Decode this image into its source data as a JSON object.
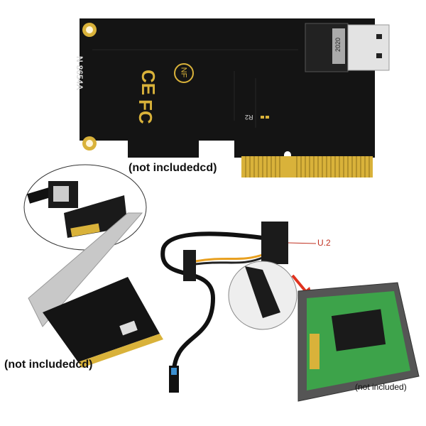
{
  "pcb": {
    "model": "N-8654A",
    "resistor": "R2",
    "connector_year": "2020",
    "logos": [
      "CE",
      "FC",
      "NF"
    ]
  },
  "labels": {
    "card_note": "(not includedcd)",
    "bracket_note": "(not includedcd)",
    "u2_label": "U.2",
    "enclosure_note": "(not included)"
  },
  "colors": {
    "pcb": "#141414",
    "gold": "#d9b23a",
    "enclosure_pcb": "#3da34a",
    "arrow": "#e0321e"
  }
}
